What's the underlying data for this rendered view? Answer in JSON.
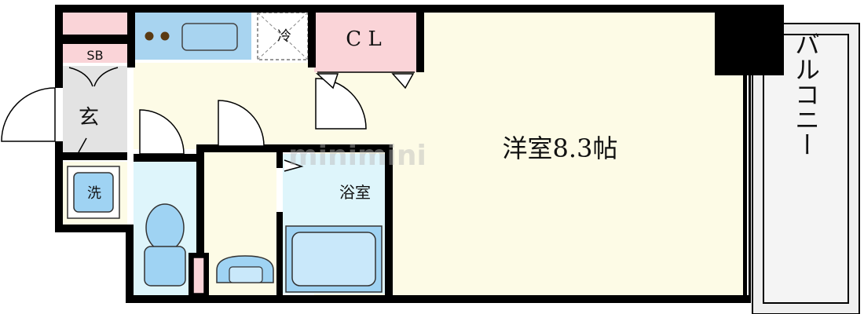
{
  "labels": {
    "entrance": "玄",
    "shoe_box": "SB",
    "closet": "C L",
    "fridge": "冷",
    "washer": "洗",
    "bathroom": "浴室",
    "western_room": "洋室8.3帖",
    "balcony": "バルコニー"
  },
  "watermark": "minimini",
  "colors": {
    "wall": "#000000",
    "floor_cream": "#fdfbe6",
    "floor_grey": "#e3e3e3",
    "pink": "#fad4d8",
    "blue_fixture": "#9fd3f3",
    "light_blue": "#def5fb",
    "balcony": "#efefef"
  }
}
